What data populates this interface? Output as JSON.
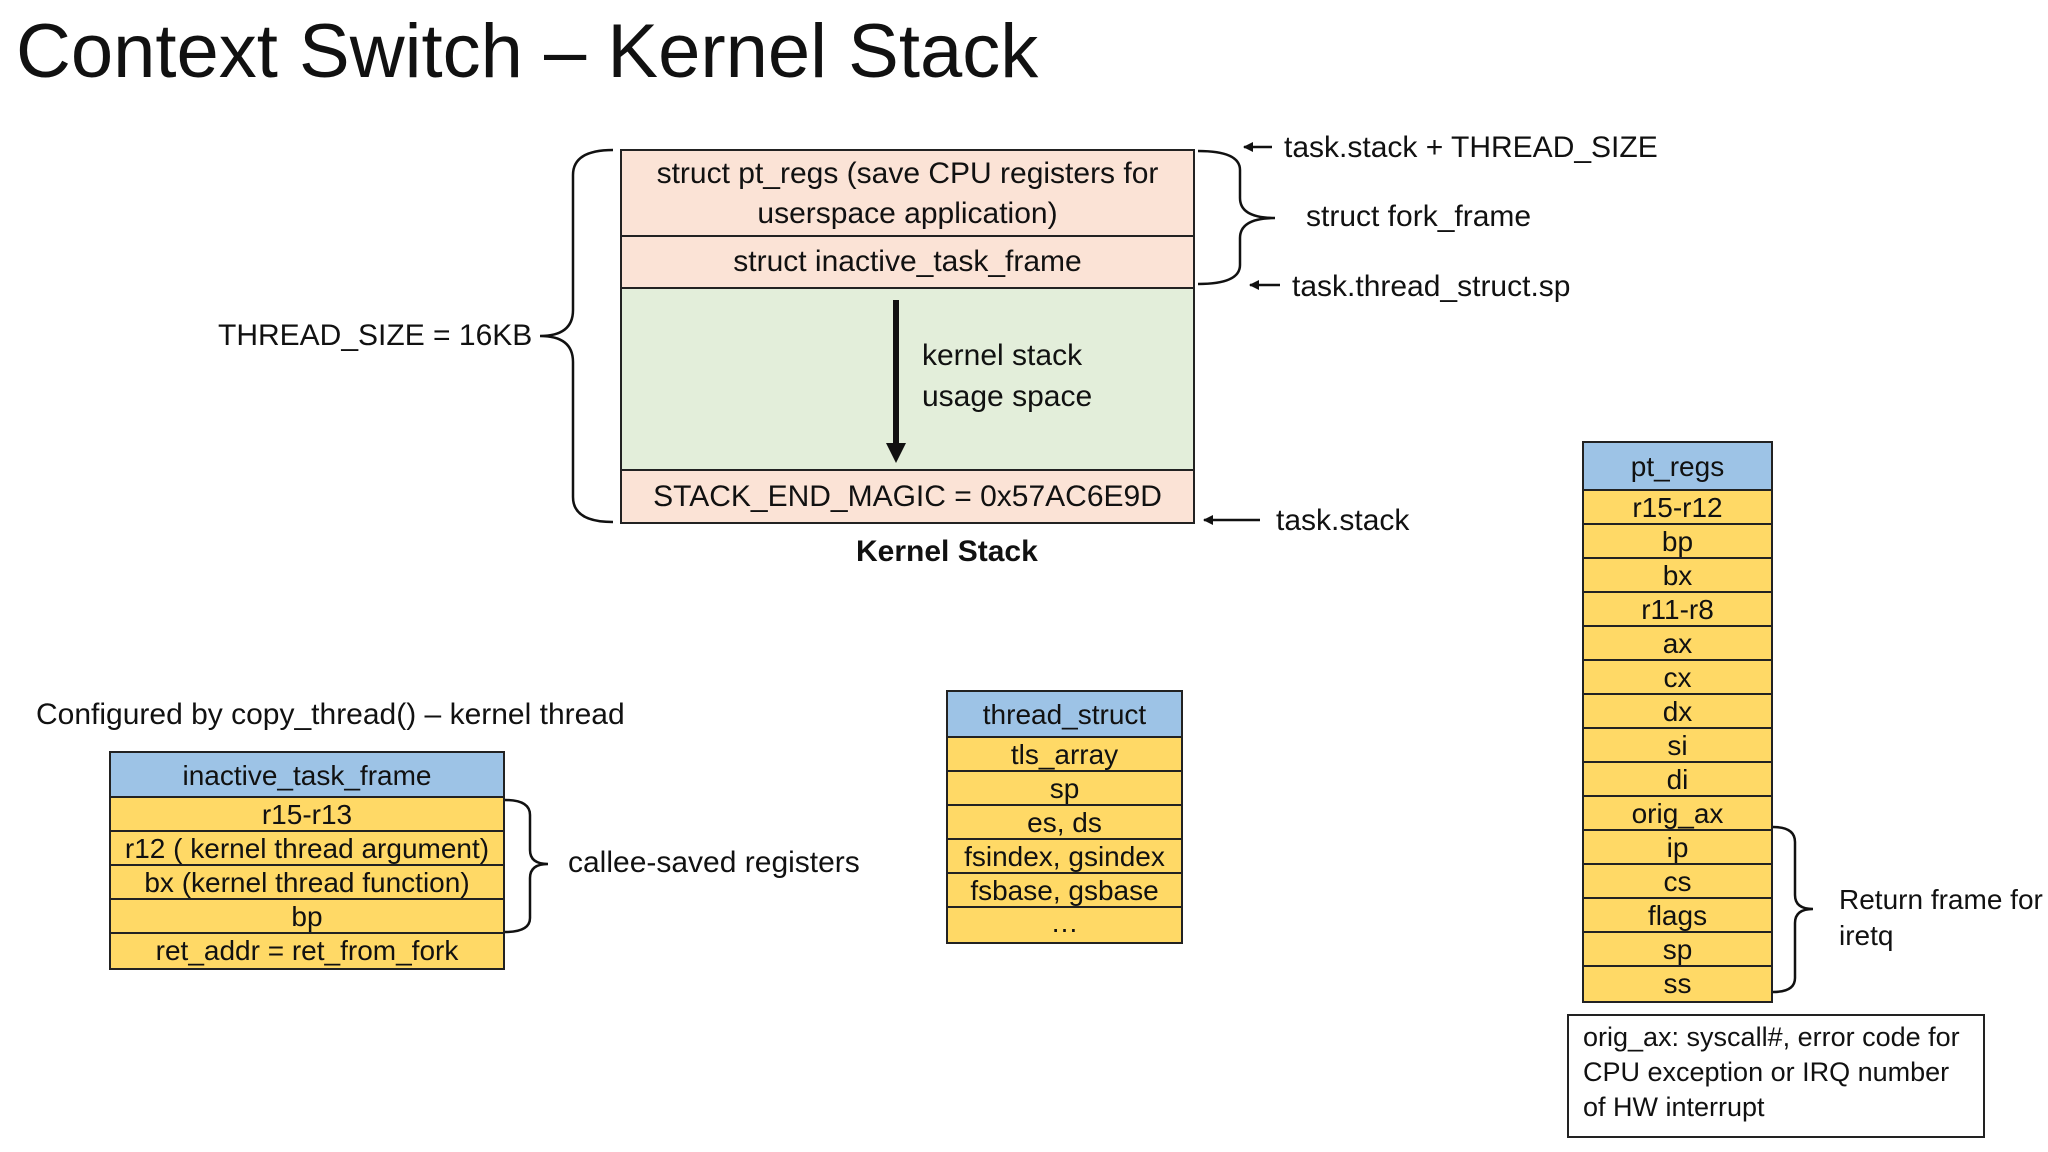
{
  "title": "Context Switch – Kernel Stack",
  "kernel_stack": {
    "pt_regs_label_line1": "struct pt_regs (save CPU registers for",
    "pt_regs_label_line2": "userspace application)",
    "inactive_frame_label": "struct inactive_task_frame",
    "usage_line1": "kernel stack",
    "usage_line2": "usage space",
    "magic_label": "STACK_END_MAGIC = 0x57AC6E9D",
    "caption": "Kernel Stack",
    "thread_size_label": "THREAD_SIZE = 16KB",
    "pointer_top": "task.stack + THREAD_SIZE",
    "fork_frame_label": "struct fork_frame",
    "pointer_sp": "task.thread_struct.sp",
    "pointer_stack": "task.stack"
  },
  "copy_thread_caption": "Configured by copy_thread() – kernel thread",
  "inactive_task_frame": {
    "header": "inactive_task_frame",
    "rows": [
      "r15-r13",
      "r12 ( kernel thread argument)",
      "bx (kernel thread function)",
      "bp",
      "ret_addr = ret_from_fork"
    ],
    "brace_label": "callee-saved registers"
  },
  "thread_struct": {
    "header": "thread_struct",
    "rows": [
      "tls_array",
      "sp",
      "es, ds",
      "fsindex, gsindex",
      "fsbase, gsbase",
      "…"
    ]
  },
  "pt_regs": {
    "header": "pt_regs",
    "rows": [
      "r15-r12",
      "bp",
      "bx",
      "r11-r8",
      "ax",
      "cx",
      "dx",
      "si",
      "di",
      "orig_ax",
      "ip",
      "cs",
      "flags",
      "sp",
      "ss"
    ],
    "brace_label_line1": "Return frame for",
    "brace_label_line2": "iretq"
  },
  "note": {
    "line1": "orig_ax: syscall#, error code for",
    "line2": "CPU exception or IRQ number",
    "line3": "of HW interrupt"
  },
  "colors": {
    "header_blue": "#9dc3e6",
    "row_yellow": "#ffd966",
    "stack_pink": "#fbe3d6",
    "stack_green": "#e3eeda"
  }
}
